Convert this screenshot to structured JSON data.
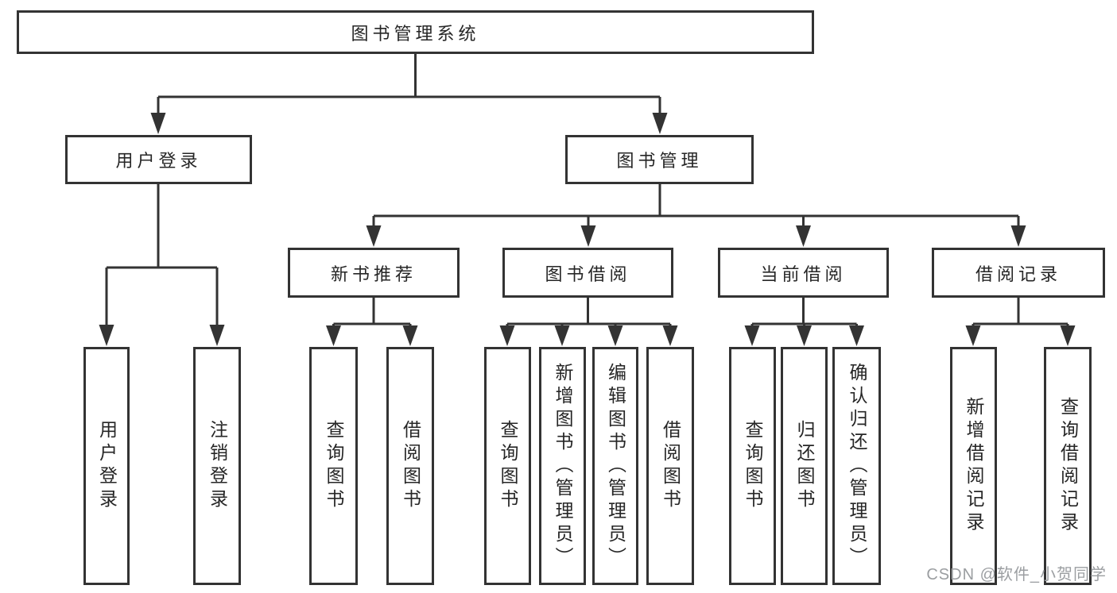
{
  "root": {
    "label": "图书管理系统"
  },
  "branches": {
    "user_login": {
      "label": "用户登录",
      "children": [
        {
          "label": "用户登录"
        },
        {
          "label": "注销登录"
        }
      ]
    },
    "book_mgmt": {
      "label": "图书管理",
      "children": [
        {
          "label": "新书推荐",
          "children": [
            {
              "label": "查询图书"
            },
            {
              "label": "借阅图书"
            }
          ]
        },
        {
          "label": "图书借阅",
          "children": [
            {
              "label": "查询图书"
            },
            {
              "label": "新增图书（管理员）"
            },
            {
              "label": "编辑图书（管理员）"
            },
            {
              "label": "借阅图书"
            }
          ]
        },
        {
          "label": "当前借阅",
          "children": [
            {
              "label": "查询图书"
            },
            {
              "label": "归还图书"
            },
            {
              "label": "确认归还（管理员）"
            }
          ]
        },
        {
          "label": "借阅记录",
          "children": [
            {
              "label": "新增借阅记录"
            },
            {
              "label": "查询借阅记录"
            }
          ]
        }
      ]
    }
  },
  "watermark": {
    "text": "CSDN @软件_小贺同学"
  },
  "colors": {
    "line": "#333333",
    "text": "#262626",
    "watermark": "#9b9ea1",
    "background": "#ffffff"
  }
}
